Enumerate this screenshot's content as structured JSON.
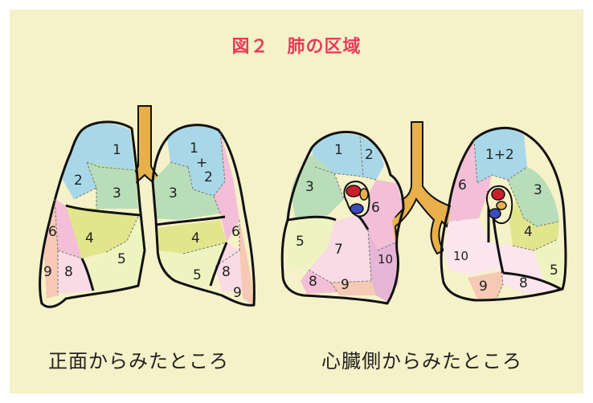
{
  "title": "図２　肺の区域",
  "captions": {
    "front": "正面からみたところ",
    "medial": "心臓側からみたところ"
  },
  "colors": {
    "background": "#f5f1c8",
    "title": "#e63d5c",
    "seg_blue": "#a8d8e8",
    "seg_green": "#b8ddb8",
    "seg_yellow": "#e3e58c",
    "seg_lightgreen": "#eef4c0",
    "seg_pink": "#f3bfd7",
    "seg_lightpink": "#f9dbe6",
    "seg_peach": "#f6c9b4",
    "trachea": "#e8b04a"
  },
  "labels": {
    "front_right": {
      "s1": "1",
      "s2": "2",
      "s3": "3",
      "s4": "4",
      "s5": "5",
      "s6": "6",
      "s8": "8",
      "s9": "9"
    },
    "front_left": {
      "s12a": "1",
      "plus": "+",
      "s12b": "2",
      "s3": "3",
      "s4": "4",
      "s5": "5",
      "s6": "6",
      "s8": "8",
      "s9": "9"
    },
    "medial_right": {
      "s1": "1",
      "s2": "2",
      "s3": "3",
      "s5": "5",
      "s6": "6",
      "s7": "7",
      "s8": "8",
      "s9": "9",
      "s10": "10"
    },
    "medial_left": {
      "s12": "1+2",
      "s3": "3",
      "s4": "4",
      "s5": "5",
      "s6": "6",
      "s8": "8",
      "s9": "9",
      "s10": "10"
    }
  }
}
